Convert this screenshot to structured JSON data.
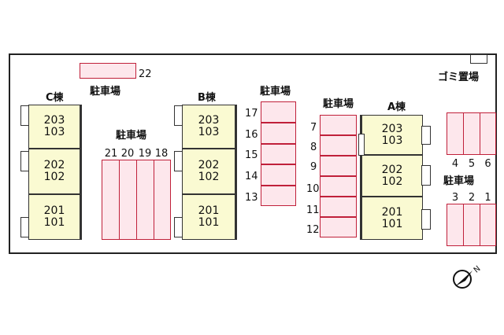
{
  "buildings": {
    "C": {
      "label": "C棟",
      "units": [
        [
          "203",
          "103"
        ],
        [
          "202",
          "102"
        ],
        [
          "201",
          "101"
        ]
      ]
    },
    "B": {
      "label": "B棟",
      "units": [
        [
          "203",
          "103"
        ],
        [
          "202",
          "102"
        ],
        [
          "201",
          "101"
        ]
      ]
    },
    "A": {
      "label": "A棟",
      "units": [
        [
          "203",
          "103"
        ],
        [
          "202",
          "102"
        ],
        [
          "201",
          "101"
        ]
      ]
    }
  },
  "parking": {
    "label": "駐車場",
    "top_slot": "22",
    "row_18_21": [
      "21",
      "20",
      "19",
      "18"
    ],
    "col_13_17": [
      "17",
      "16",
      "15",
      "14",
      "13"
    ],
    "col_7_12": [
      "7",
      "8",
      "9",
      "10",
      "11",
      "12"
    ],
    "group_4_6": [
      "4",
      "5",
      "6"
    ],
    "group_1_3": [
      "3",
      "2",
      "1"
    ]
  },
  "trash_label": "ゴミ置場",
  "compass": "N",
  "colors": {
    "parking_fill": "#fde7ec",
    "parking_border": "#c0203a",
    "unit_fill": "#fafad2"
  }
}
